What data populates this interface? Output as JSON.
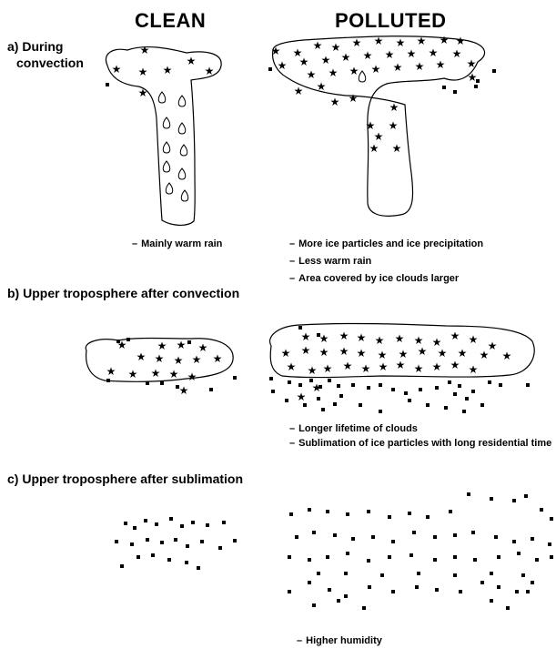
{
  "columns": {
    "clean": "CLEAN",
    "polluted": "POLLUTED"
  },
  "sections": {
    "a": {
      "label_line1": "a) During",
      "label_line2": "convection",
      "clean_notes": [
        "Mainly warm rain"
      ],
      "polluted_notes": [
        "More ice particles and ice precipitation",
        "Less warm rain",
        "Area covered by ice clouds larger"
      ]
    },
    "b": {
      "label": "b) Upper troposphere after convection",
      "polluted_notes": [
        "Longer lifetime of clouds",
        "Sublimation of ice particles with long residential time"
      ]
    },
    "c": {
      "label": "c) Upper troposphere after sublimation",
      "polluted_notes": [
        "Higher humidity"
      ]
    }
  },
  "legend_symbols": {
    "ice_particle": "star-icon",
    "rain_drop": "drop-icon",
    "aerosol_vapor": "square-dot-icon"
  },
  "colors": {
    "ink": "#000000",
    "background": "#ffffff"
  }
}
